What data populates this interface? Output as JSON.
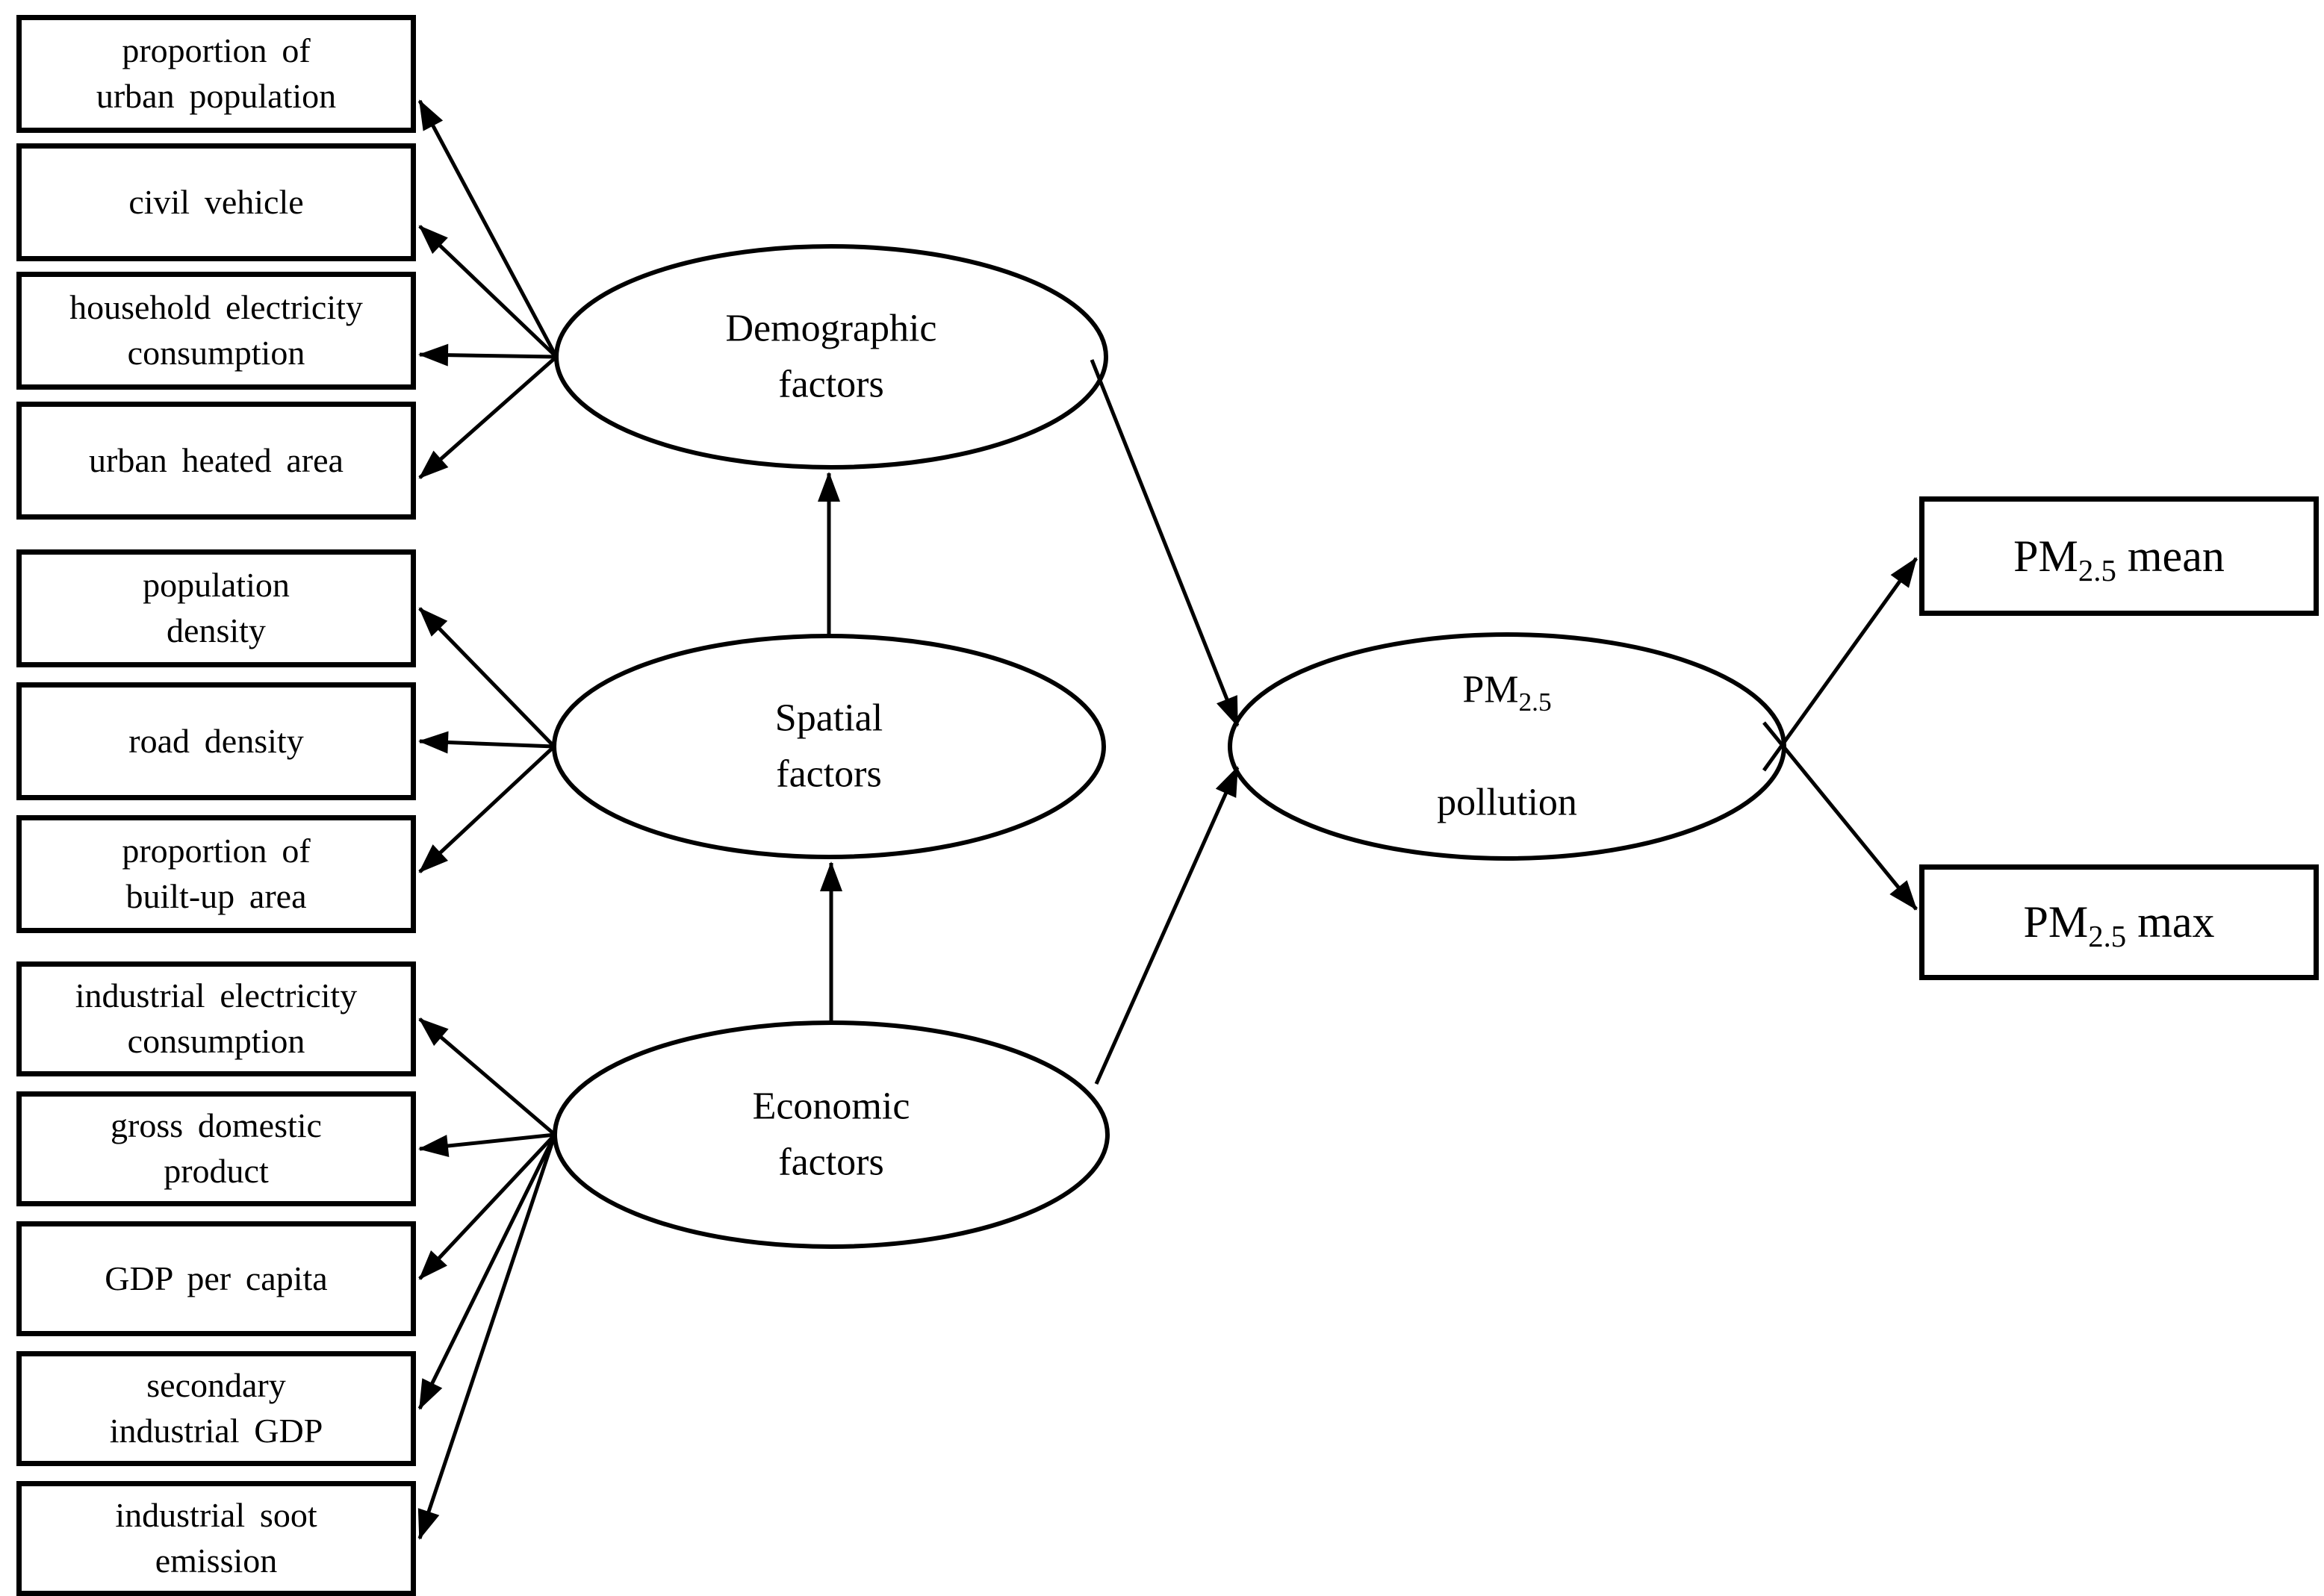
{
  "diagram": {
    "colors": {
      "stroke": "#000000",
      "background": "#ffffff"
    },
    "indicators": {
      "demographic": [
        {
          "label": "proportion of\nurban population"
        },
        {
          "label": "civil vehicle"
        },
        {
          "label": "household electricity\nconsumption"
        },
        {
          "label": "urban heated area"
        }
      ],
      "spatial": [
        {
          "label": "population\ndensity"
        },
        {
          "label": "road density"
        },
        {
          "label": "proportion of\nbuilt-up area"
        }
      ],
      "economic": [
        {
          "label": "industrial electricity\nconsumption"
        },
        {
          "label": "gross domestic\nproduct"
        },
        {
          "label": "GDP per capita"
        },
        {
          "label": "secondary\nindustrial GDP"
        },
        {
          "label": "industrial soot\nemission"
        }
      ]
    },
    "latent": {
      "demographic": "Demographic\nfactors",
      "spatial": "Spatial\nfactors",
      "economic": "Economic\nfactors",
      "pm25": {
        "prefix": "PM",
        "sub": "2.5",
        "line2": "pollution"
      }
    },
    "outcomes": {
      "mean": {
        "prefix": "PM",
        "sub": "2.5",
        "rest": " mean"
      },
      "max": {
        "prefix": "PM",
        "sub": "2.5",
        "rest": " max"
      }
    }
  }
}
